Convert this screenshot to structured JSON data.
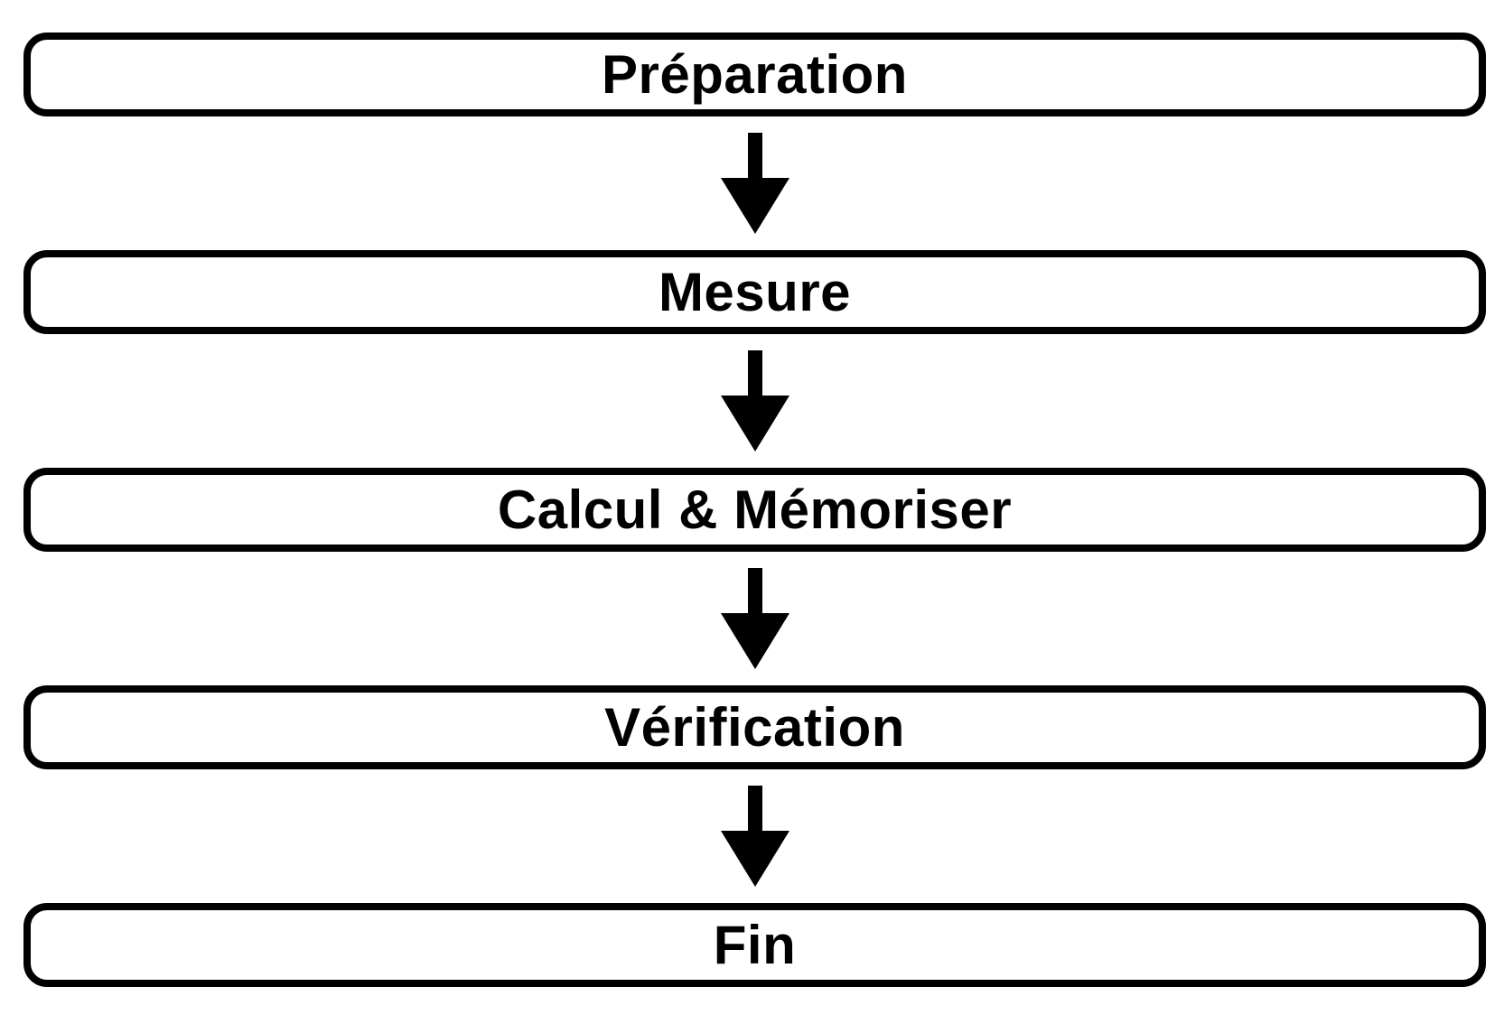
{
  "diagram": {
    "type": "flowchart",
    "direction": "top-down",
    "colors": {
      "ink": "#000000",
      "paper": "#ffffff"
    },
    "nodes": [
      {
        "id": "preparation",
        "label": "Préparation"
      },
      {
        "id": "mesure",
        "label": "Mesure"
      },
      {
        "id": "calcul-memoriser",
        "label": "Calcul & Mémoriser"
      },
      {
        "id": "verification",
        "label": "Vérification"
      },
      {
        "id": "fin",
        "label": "Fin"
      }
    ],
    "edges": [
      {
        "from": "preparation",
        "to": "mesure"
      },
      {
        "from": "mesure",
        "to": "calcul-memoriser"
      },
      {
        "from": "calcul-memoriser",
        "to": "verification"
      },
      {
        "from": "verification",
        "to": "fin"
      }
    ]
  }
}
